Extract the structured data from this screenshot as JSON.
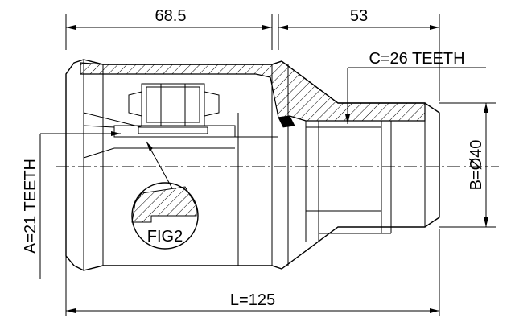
{
  "dimensions": {
    "housing_length": "68.5",
    "stem_length": "53",
    "spline_c": "C=26 TEETH",
    "diameter_b": "B=Ø40",
    "spline_a": "A=21 TEETH",
    "overall_length": "L=125"
  },
  "callout": {
    "label": "FIG2"
  }
}
